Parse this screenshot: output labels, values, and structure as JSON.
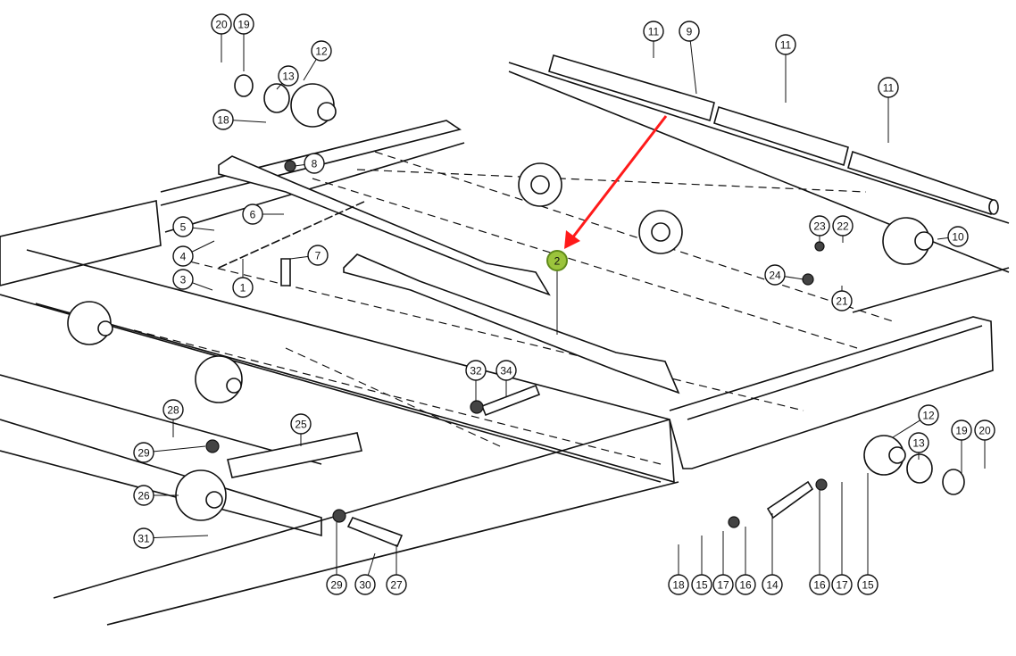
{
  "diagram": {
    "title": "Conveyor chain and slat assembly exploded parts view",
    "highlight_color": "#9bc43c",
    "arrow_color": "#ff1a1a",
    "highlighted_callout": "2",
    "callouts": [
      "20",
      "19",
      "12",
      "13",
      "18",
      "8",
      "6",
      "5",
      "4",
      "3",
      "1",
      "7",
      "2",
      "11",
      "9",
      "11",
      "11",
      "23",
      "22",
      "10",
      "24",
      "21",
      "32",
      "34",
      "28",
      "25",
      "29",
      "26",
      "31",
      "29",
      "30",
      "27",
      "12",
      "13",
      "19",
      "20",
      "18",
      "15",
      "17",
      "16",
      "14",
      "16",
      "17",
      "15"
    ]
  }
}
